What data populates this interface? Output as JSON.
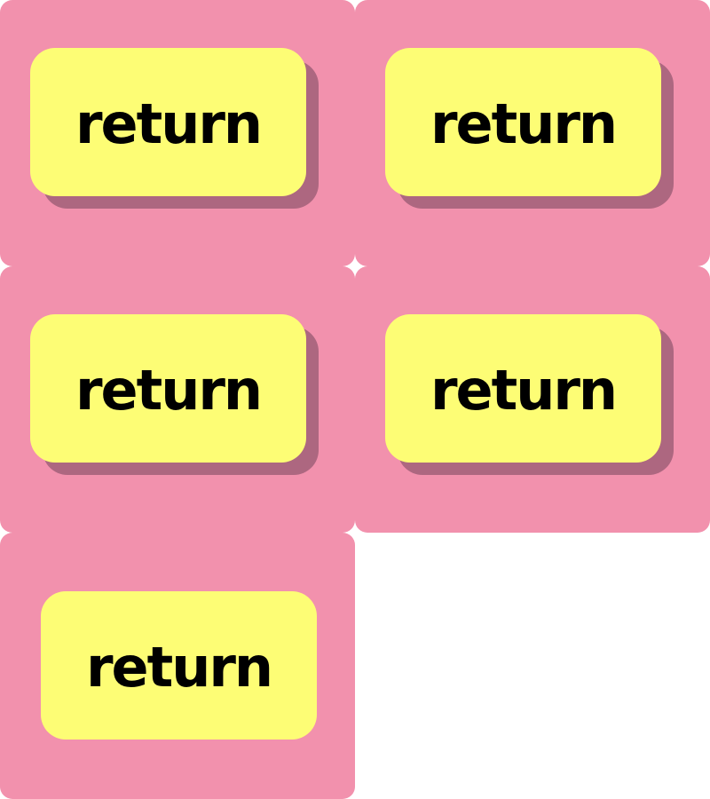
{
  "buttons": [
    {
      "label": "return"
    },
    {
      "label": "return"
    },
    {
      "label": "return"
    },
    {
      "label": "return"
    },
    {
      "label": "return"
    }
  ],
  "colors": {
    "tile_background": "#f291ad",
    "button_background": "#fdfd75",
    "button_shadow": "#ad6780",
    "button_text": "#000000",
    "page_background": "#ffffff"
  }
}
